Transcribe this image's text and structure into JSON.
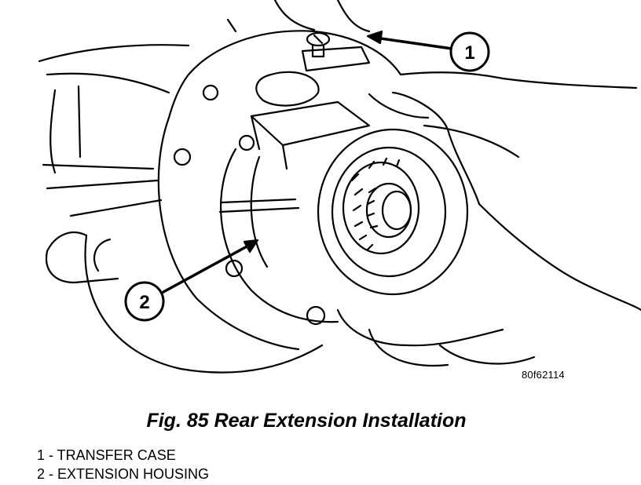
{
  "figure": {
    "caption": "Fig. 85 Rear Extension Installation",
    "id_code": "80f62114"
  },
  "callouts": [
    {
      "number": "1",
      "target": "transfer-case"
    },
    {
      "number": "2",
      "target": "extension-housing"
    }
  ],
  "legend": [
    {
      "text": "1 - TRANSFER CASE"
    },
    {
      "text": "2 - EXTENSION HOUSING"
    }
  ],
  "colors": {
    "line": "#000000",
    "background": "#ffffff"
  }
}
